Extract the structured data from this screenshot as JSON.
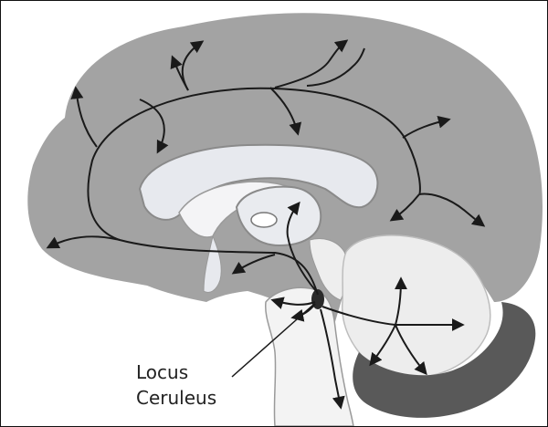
{
  "diagram": {
    "labels": {
      "line1": "Locus",
      "line2": "Ceruleus"
    },
    "colors": {
      "background": "#ffffff",
      "cortex": "#a3a3a3",
      "white_matter": "#e7e9ee",
      "cerebellum_light": "#ededed",
      "cerebellum_dark": "#595959",
      "brainstem_light": "#f3f3f3",
      "pathway": "#1a1a1a"
    },
    "icons": {
      "nucleus": "locus-ceruleus-nucleus",
      "arrow": "arrowhead"
    }
  }
}
